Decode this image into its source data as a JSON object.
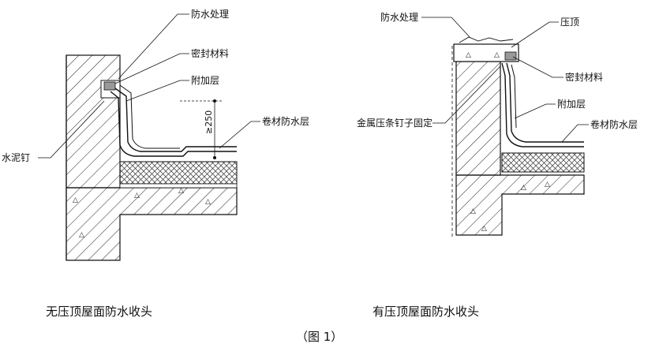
{
  "left_diagram": {
    "labels": {
      "waterproof_treatment": "防水处理",
      "sealant": "密封材料",
      "additional_layer": "附加层",
      "membrane": "卷材防水层",
      "cement_nail": "水泥钉"
    },
    "dimension": "≥250",
    "caption": "无压顶屋面防水收头"
  },
  "right_diagram": {
    "labels": {
      "waterproof_treatment": "防水处理",
      "coping": "压顶",
      "sealant": "密封材料",
      "metal_strip": "金属压条钉子固定",
      "additional_layer": "附加层",
      "membrane": "卷材防水层"
    },
    "caption": "有压顶屋面防水收头"
  },
  "figure_caption": "（图 1）"
}
